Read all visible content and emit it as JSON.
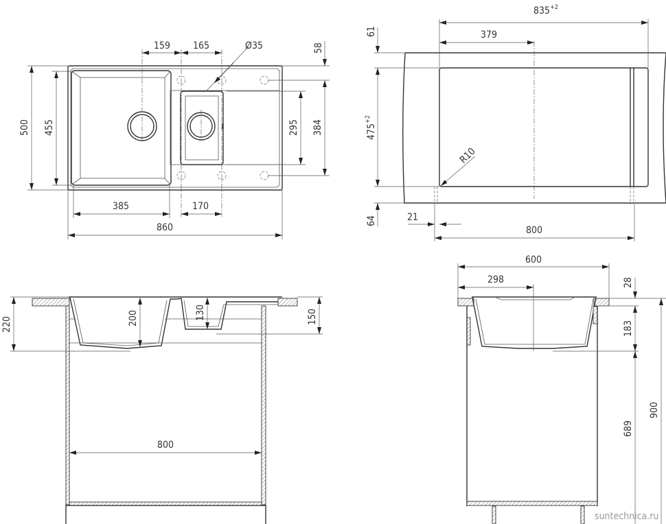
{
  "top_view": {
    "dims": {
      "d159": "159",
      "d165": "165",
      "diam": "Ø35",
      "d58": "58",
      "d500": "500",
      "d455": "455",
      "d295": "295",
      "d384": "384",
      "d385": "385",
      "d170": "170",
      "d860": "860"
    }
  },
  "cutout_view": {
    "dims": {
      "d835": "835",
      "d835_tol": "+2",
      "d379": "379",
      "d61": "61",
      "d475": "475",
      "d475_tol": "+2",
      "d64": "64",
      "d21": "21",
      "d800": "800",
      "r10": "R10"
    }
  },
  "front_section": {
    "dims": {
      "d220": "220",
      "d200": "200",
      "d130": "130",
      "d150": "150",
      "d800": "800"
    }
  },
  "side_section": {
    "dims": {
      "d600": "600",
      "d298": "298",
      "d28": "28",
      "d183": "183",
      "d689": "689",
      "d900": "900"
    }
  },
  "watermark": "suntechnica.ru"
}
